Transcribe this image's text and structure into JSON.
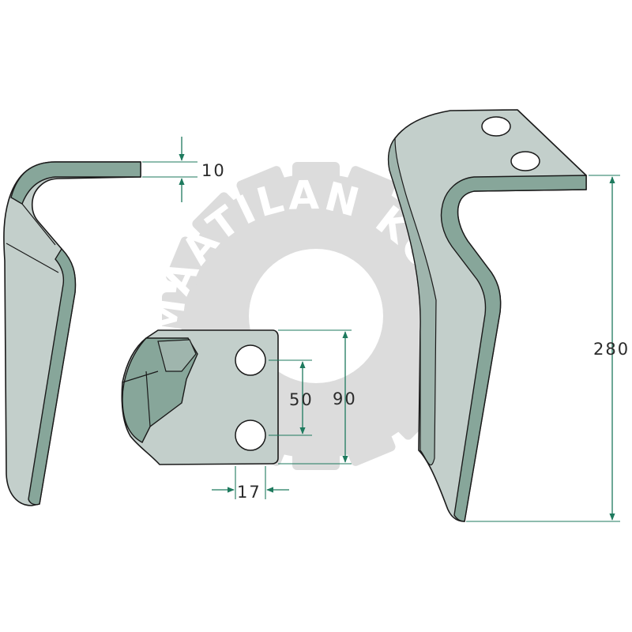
{
  "watermark": {
    "text": "MAATILAN KONE"
  },
  "dimensions": {
    "thickness": "10",
    "hole_spacing": "50",
    "plate_width": "90",
    "edge_offset": "17",
    "height": "280"
  },
  "colors": {
    "steel_face": "#c3cfcb",
    "steel_edge": "#87a69a",
    "steel_shadow": "#9fb5ad",
    "dimension_lines": "#1e7a5e",
    "watermark": "#dcdcdc"
  }
}
